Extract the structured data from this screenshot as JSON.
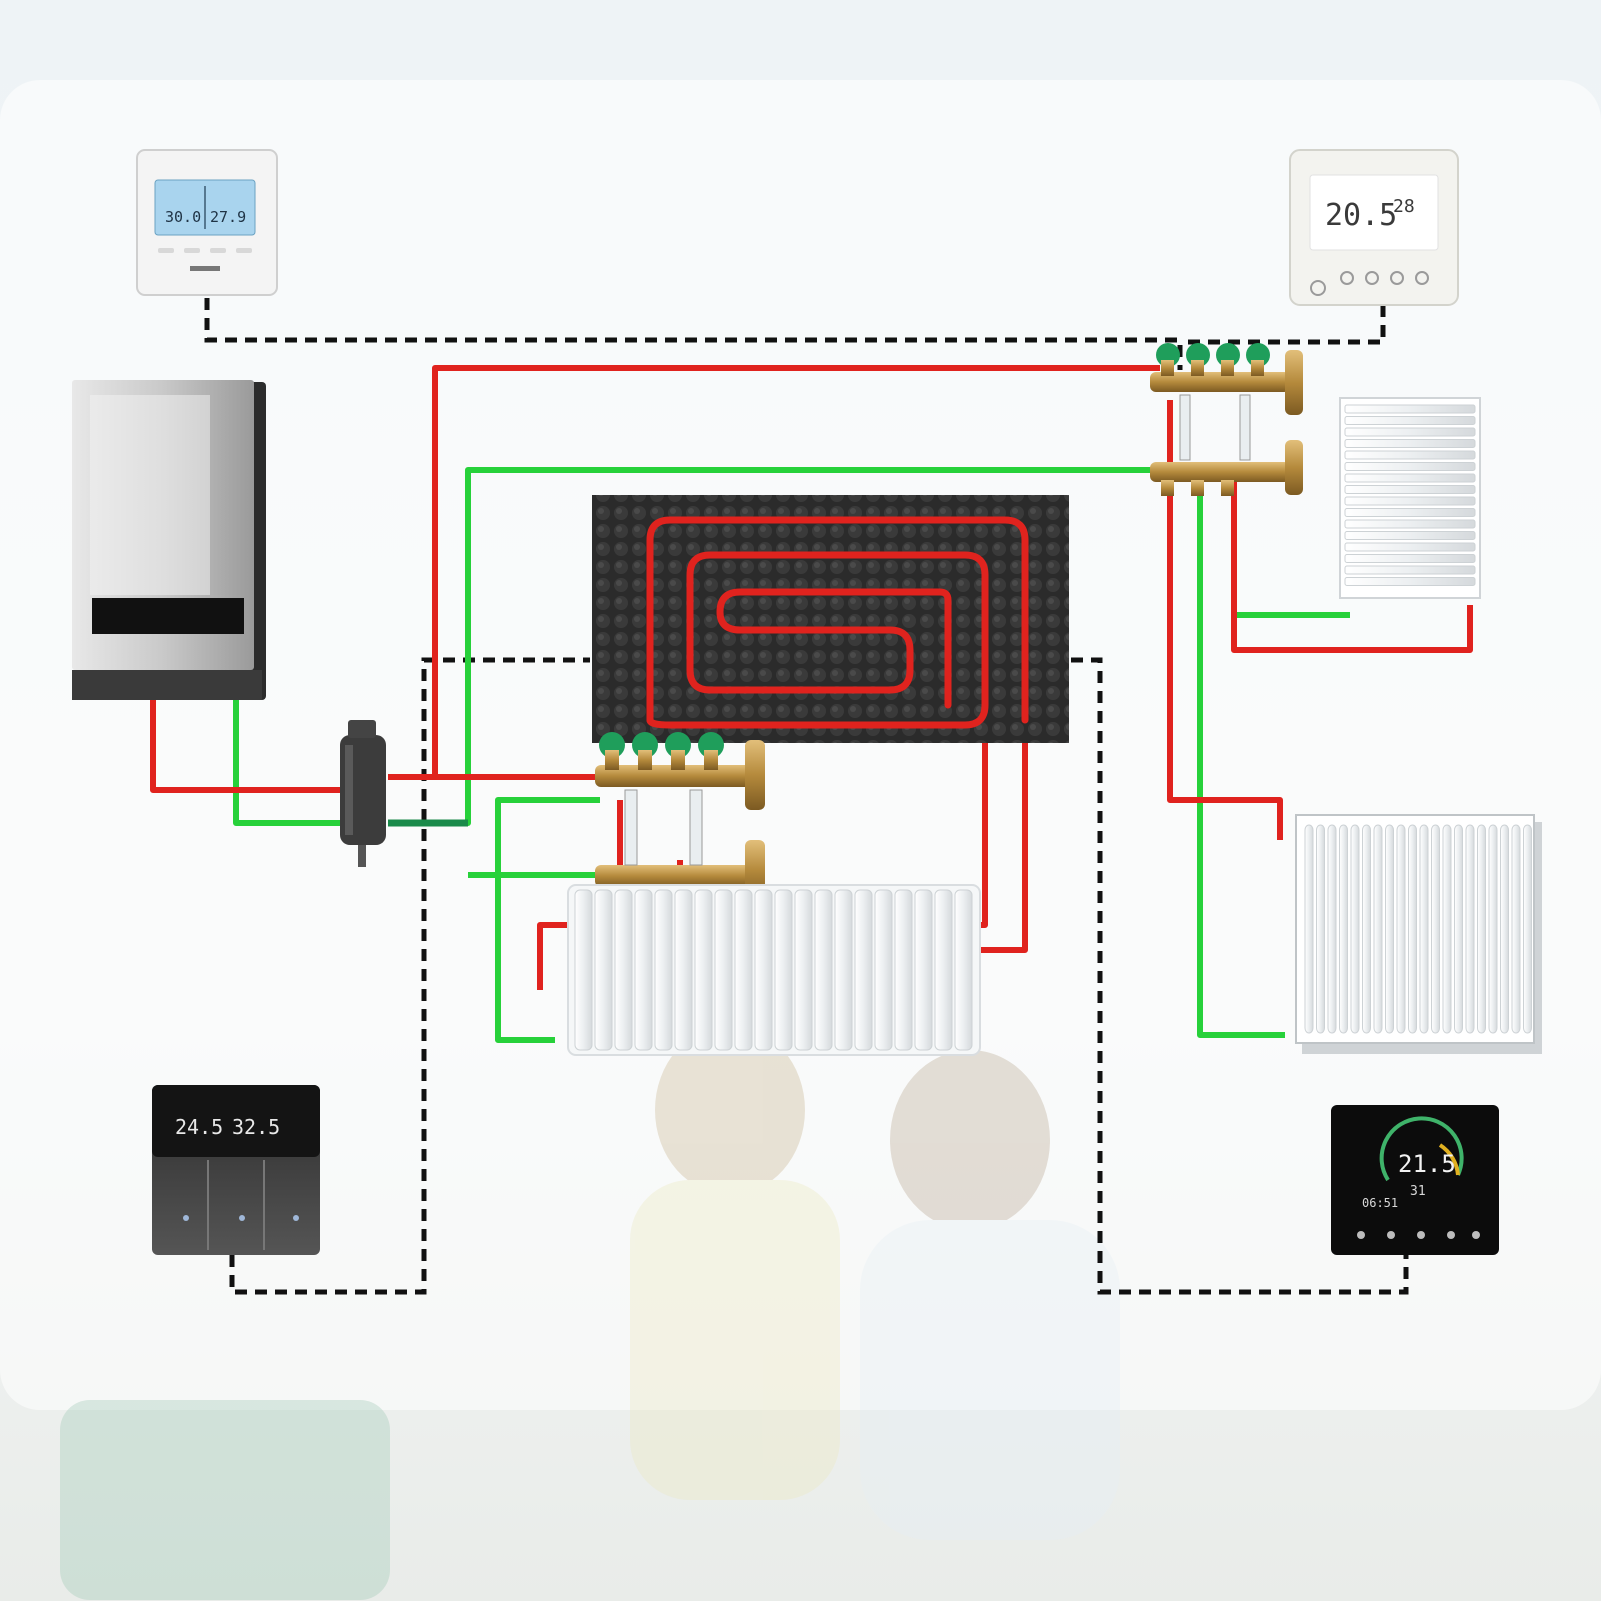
{
  "colors": {
    "flow": "#e0231e",
    "return": "#27d13a",
    "control_wire": "#111111",
    "background": "#f2f5f7",
    "panel": "#ffffff",
    "floor_mat": "#2a2a2a",
    "brass": "#b58a3c",
    "valve_cap": "#1f9e5b"
  },
  "thermostats": {
    "top_left": {
      "icon": "thermostat-lcd-blue-icon",
      "temp_set": "30.0",
      "temp_room": "27.9"
    },
    "top_right": {
      "icon": "thermostat-lcd-white-icon",
      "temp_room": "20.5",
      "temp_set": "28"
    },
    "bottom_left": {
      "icon": "thermostat-glass-dark-icon",
      "temp_set": "24.5",
      "temp_room": "32.5"
    },
    "bottom_right": {
      "icon": "thermostat-glass-black-icon",
      "temp_main": "21.5",
      "temp_sub": "31",
      "clock": "06:51"
    }
  },
  "components": {
    "boiler": "wall-boiler-icon",
    "hydraulic_separator": "hydraulic-separator-icon",
    "manifold_center": "manifold-center-icon",
    "manifold_top_right": "manifold-top-right-icon",
    "floor_heating": "floor-heating-coil-icon",
    "radiator_center": "column-radiator-icon",
    "radiator_upper_right": "radiator-upper-right-icon",
    "radiator_lower_right": "panel-radiator-icon"
  }
}
